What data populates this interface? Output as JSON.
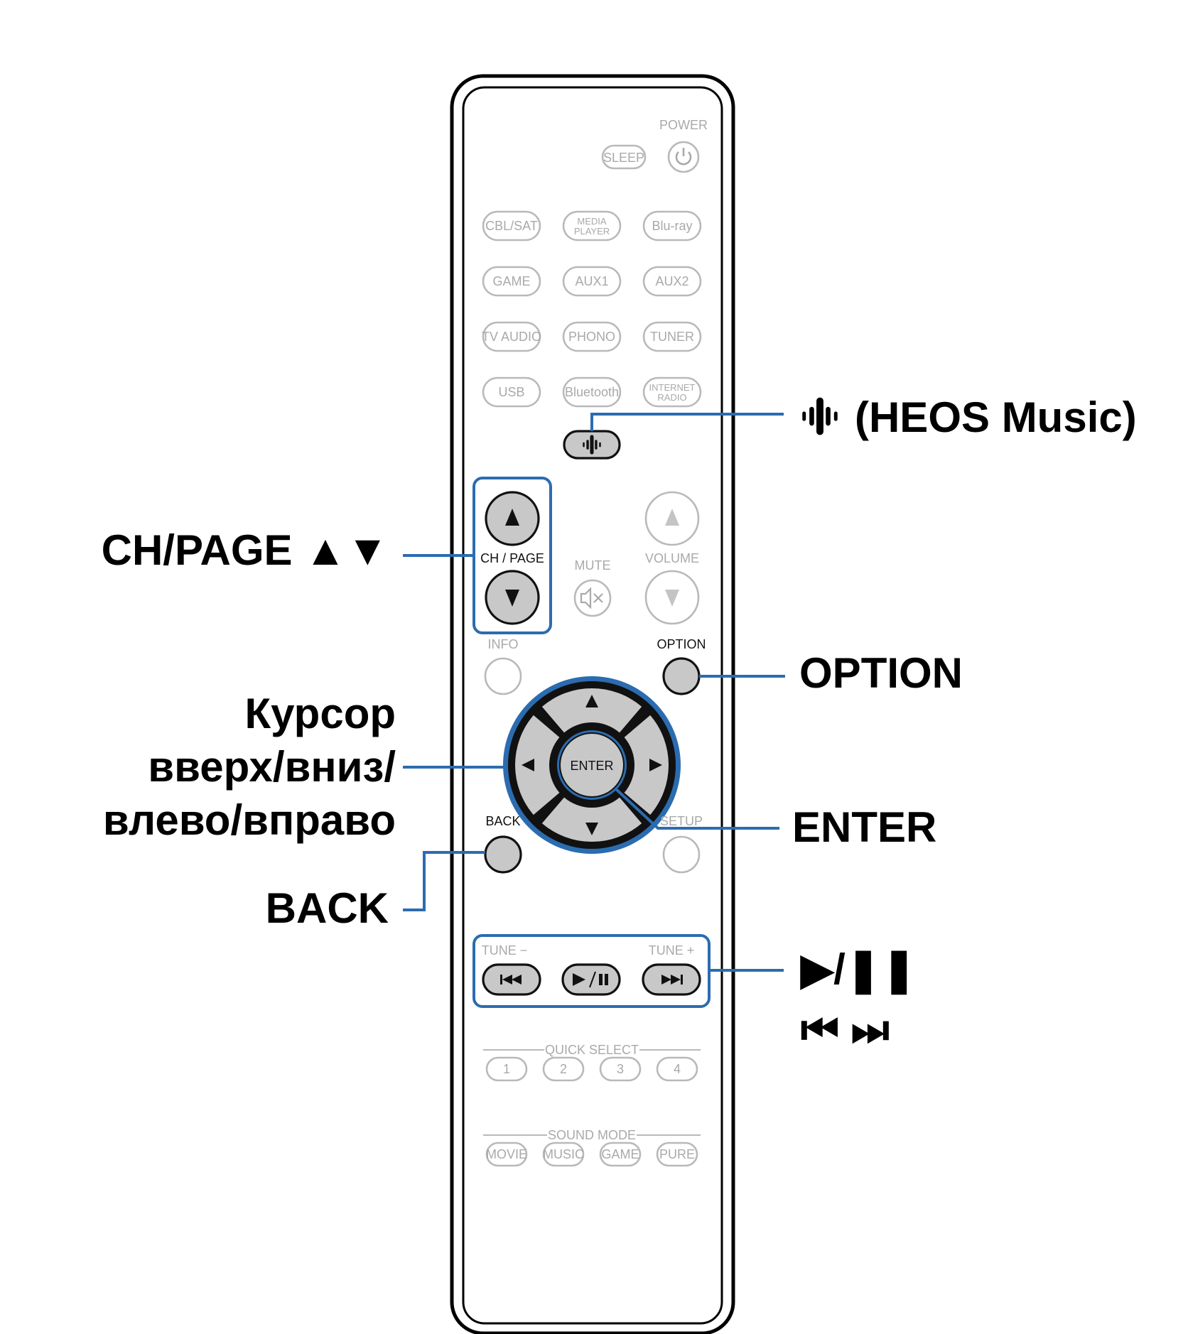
{
  "remote": {
    "power_label": "POWER",
    "sleep_label": "SLEEP",
    "sources": [
      [
        "CBL/SAT",
        "MEDIA\nPLAYER",
        "Blu-ray"
      ],
      [
        "GAME",
        "AUX1",
        "AUX2"
      ],
      [
        "TV AUDIO",
        "PHONO",
        "TUNER"
      ],
      [
        "USB",
        "Bluetooth",
        "INTERNET\nRADIO"
      ]
    ],
    "ch_page_label": "CH / PAGE",
    "mute_label": "MUTE",
    "volume_label": "VOLUME",
    "info_label": "INFO",
    "option_label": "OPTION",
    "enter_label": "ENTER",
    "back_label": "BACK",
    "setup_label": "SETUP",
    "tune_minus_label": "TUNE −",
    "tune_plus_label": "TUNE +",
    "quick_select_label": "QUICK SELECT",
    "quick_select_buttons": [
      "1",
      "2",
      "3",
      "4"
    ],
    "sound_mode_label": "SOUND MODE",
    "sound_mode_buttons": [
      "MOVIE",
      "MUSIC",
      "GAME",
      "PURE"
    ]
  },
  "callouts": {
    "heos": "(HEOS Music)",
    "ch_page": "CH/PAGE ▲▼",
    "option": "OPTION",
    "cursor_lines": [
      "Курсор",
      "вверх/вниз/",
      "влево/вправо"
    ],
    "enter": "ENTER",
    "back": "BACK",
    "play_pause": "▶/❚❚",
    "skip": "⏮ ⏭"
  }
}
